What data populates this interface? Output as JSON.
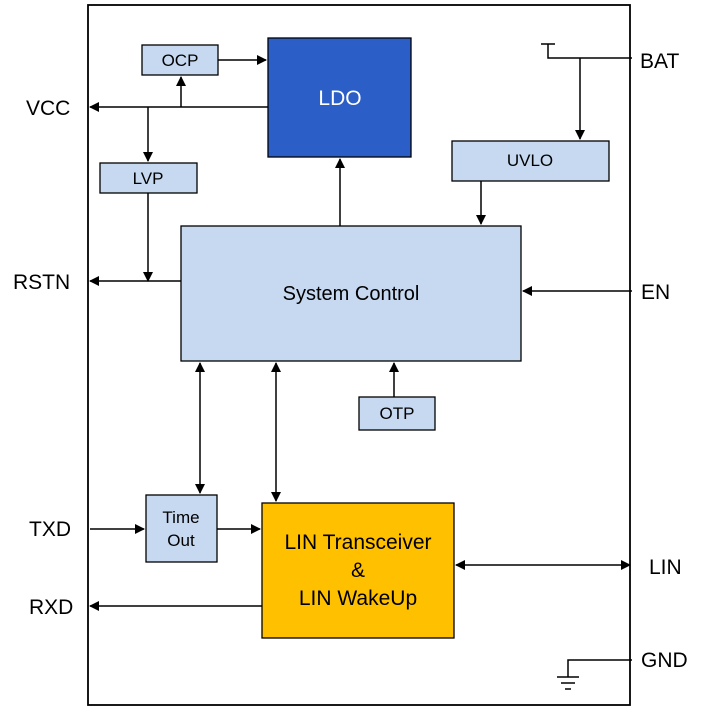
{
  "pins": {
    "vcc": "VCC",
    "rstn": "RSTN",
    "txd": "TXD",
    "rxd": "RXD",
    "bat": "BAT",
    "en": "EN",
    "lin": "LIN",
    "gnd": "GND"
  },
  "blocks": {
    "ocp": "OCP",
    "ldo": "LDO",
    "lvp": "LVP",
    "uvlo": "UVLO",
    "system_control": "System Control",
    "otp": "OTP",
    "timeout_line1": "Time",
    "timeout_line2": "Out",
    "lin_line1": "LIN Transceiver",
    "lin_line2": "&",
    "lin_line3": "LIN WakeUp"
  },
  "colors": {
    "light_block": "#c6d9f1",
    "ldo_block": "#2b5fc7",
    "lin_block": "#ffc000",
    "outline": "#000000"
  }
}
